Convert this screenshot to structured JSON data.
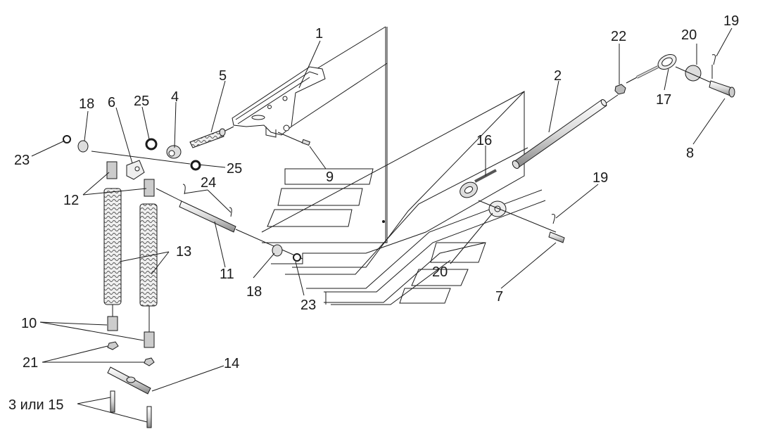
{
  "labels": {
    "l1": "1",
    "l2": "2",
    "l3_15": "3 или 15",
    "l4": "4",
    "l5": "5",
    "l6": "6",
    "l7": "7",
    "l8": "8",
    "l9": "9",
    "l10": "10",
    "l11": "11",
    "l12": "12",
    "l13": "13",
    "l14": "14",
    "l16": "16",
    "l17": "17",
    "l18a": "18",
    "l18b": "18",
    "l19a": "19",
    "l19b": "19",
    "l20a": "20",
    "l20b": "20",
    "l21": "21",
    "l22": "22",
    "l23a": "23",
    "l23b": "23",
    "l24": "24",
    "l25a": "25",
    "l25b": "25"
  },
  "colors": {
    "line": "#1a1a1a",
    "fill": "#ffffff",
    "shade": "#d0d0d0",
    "dark": "#555555"
  }
}
